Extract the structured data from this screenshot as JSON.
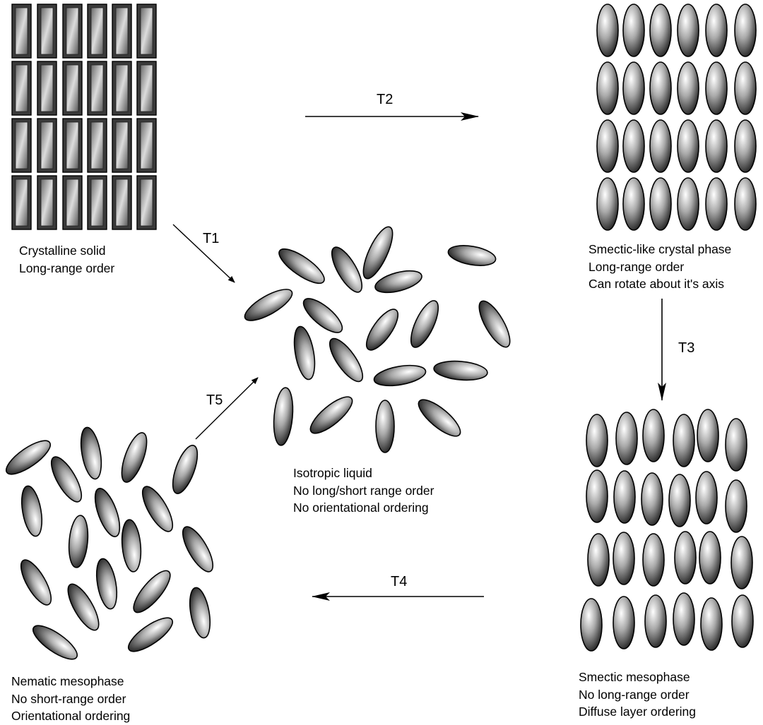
{
  "phases": {
    "crystalline": {
      "lines": [
        "Crystalline solid",
        "Long-range order"
      ]
    },
    "smectic_crystal": {
      "lines": [
        "Smectic-like crystal phase",
        "Long-range order",
        "Can rotate about it's axis"
      ]
    },
    "isotropic": {
      "lines": [
        "Isotropic liquid",
        "No long/short range order",
        "No orientational ordering"
      ]
    },
    "smectic": {
      "lines": [
        "Smectic mesophase",
        "No long-range order",
        "Diffuse layer ordering"
      ]
    },
    "nematic": {
      "lines": [
        "Nematic mesophase",
        "No short-range order",
        "Orientational ordering"
      ]
    }
  },
  "transitions": {
    "t1": "T1",
    "t2": "T2",
    "t3": "T3",
    "t4": "T4",
    "t5": "T5"
  }
}
